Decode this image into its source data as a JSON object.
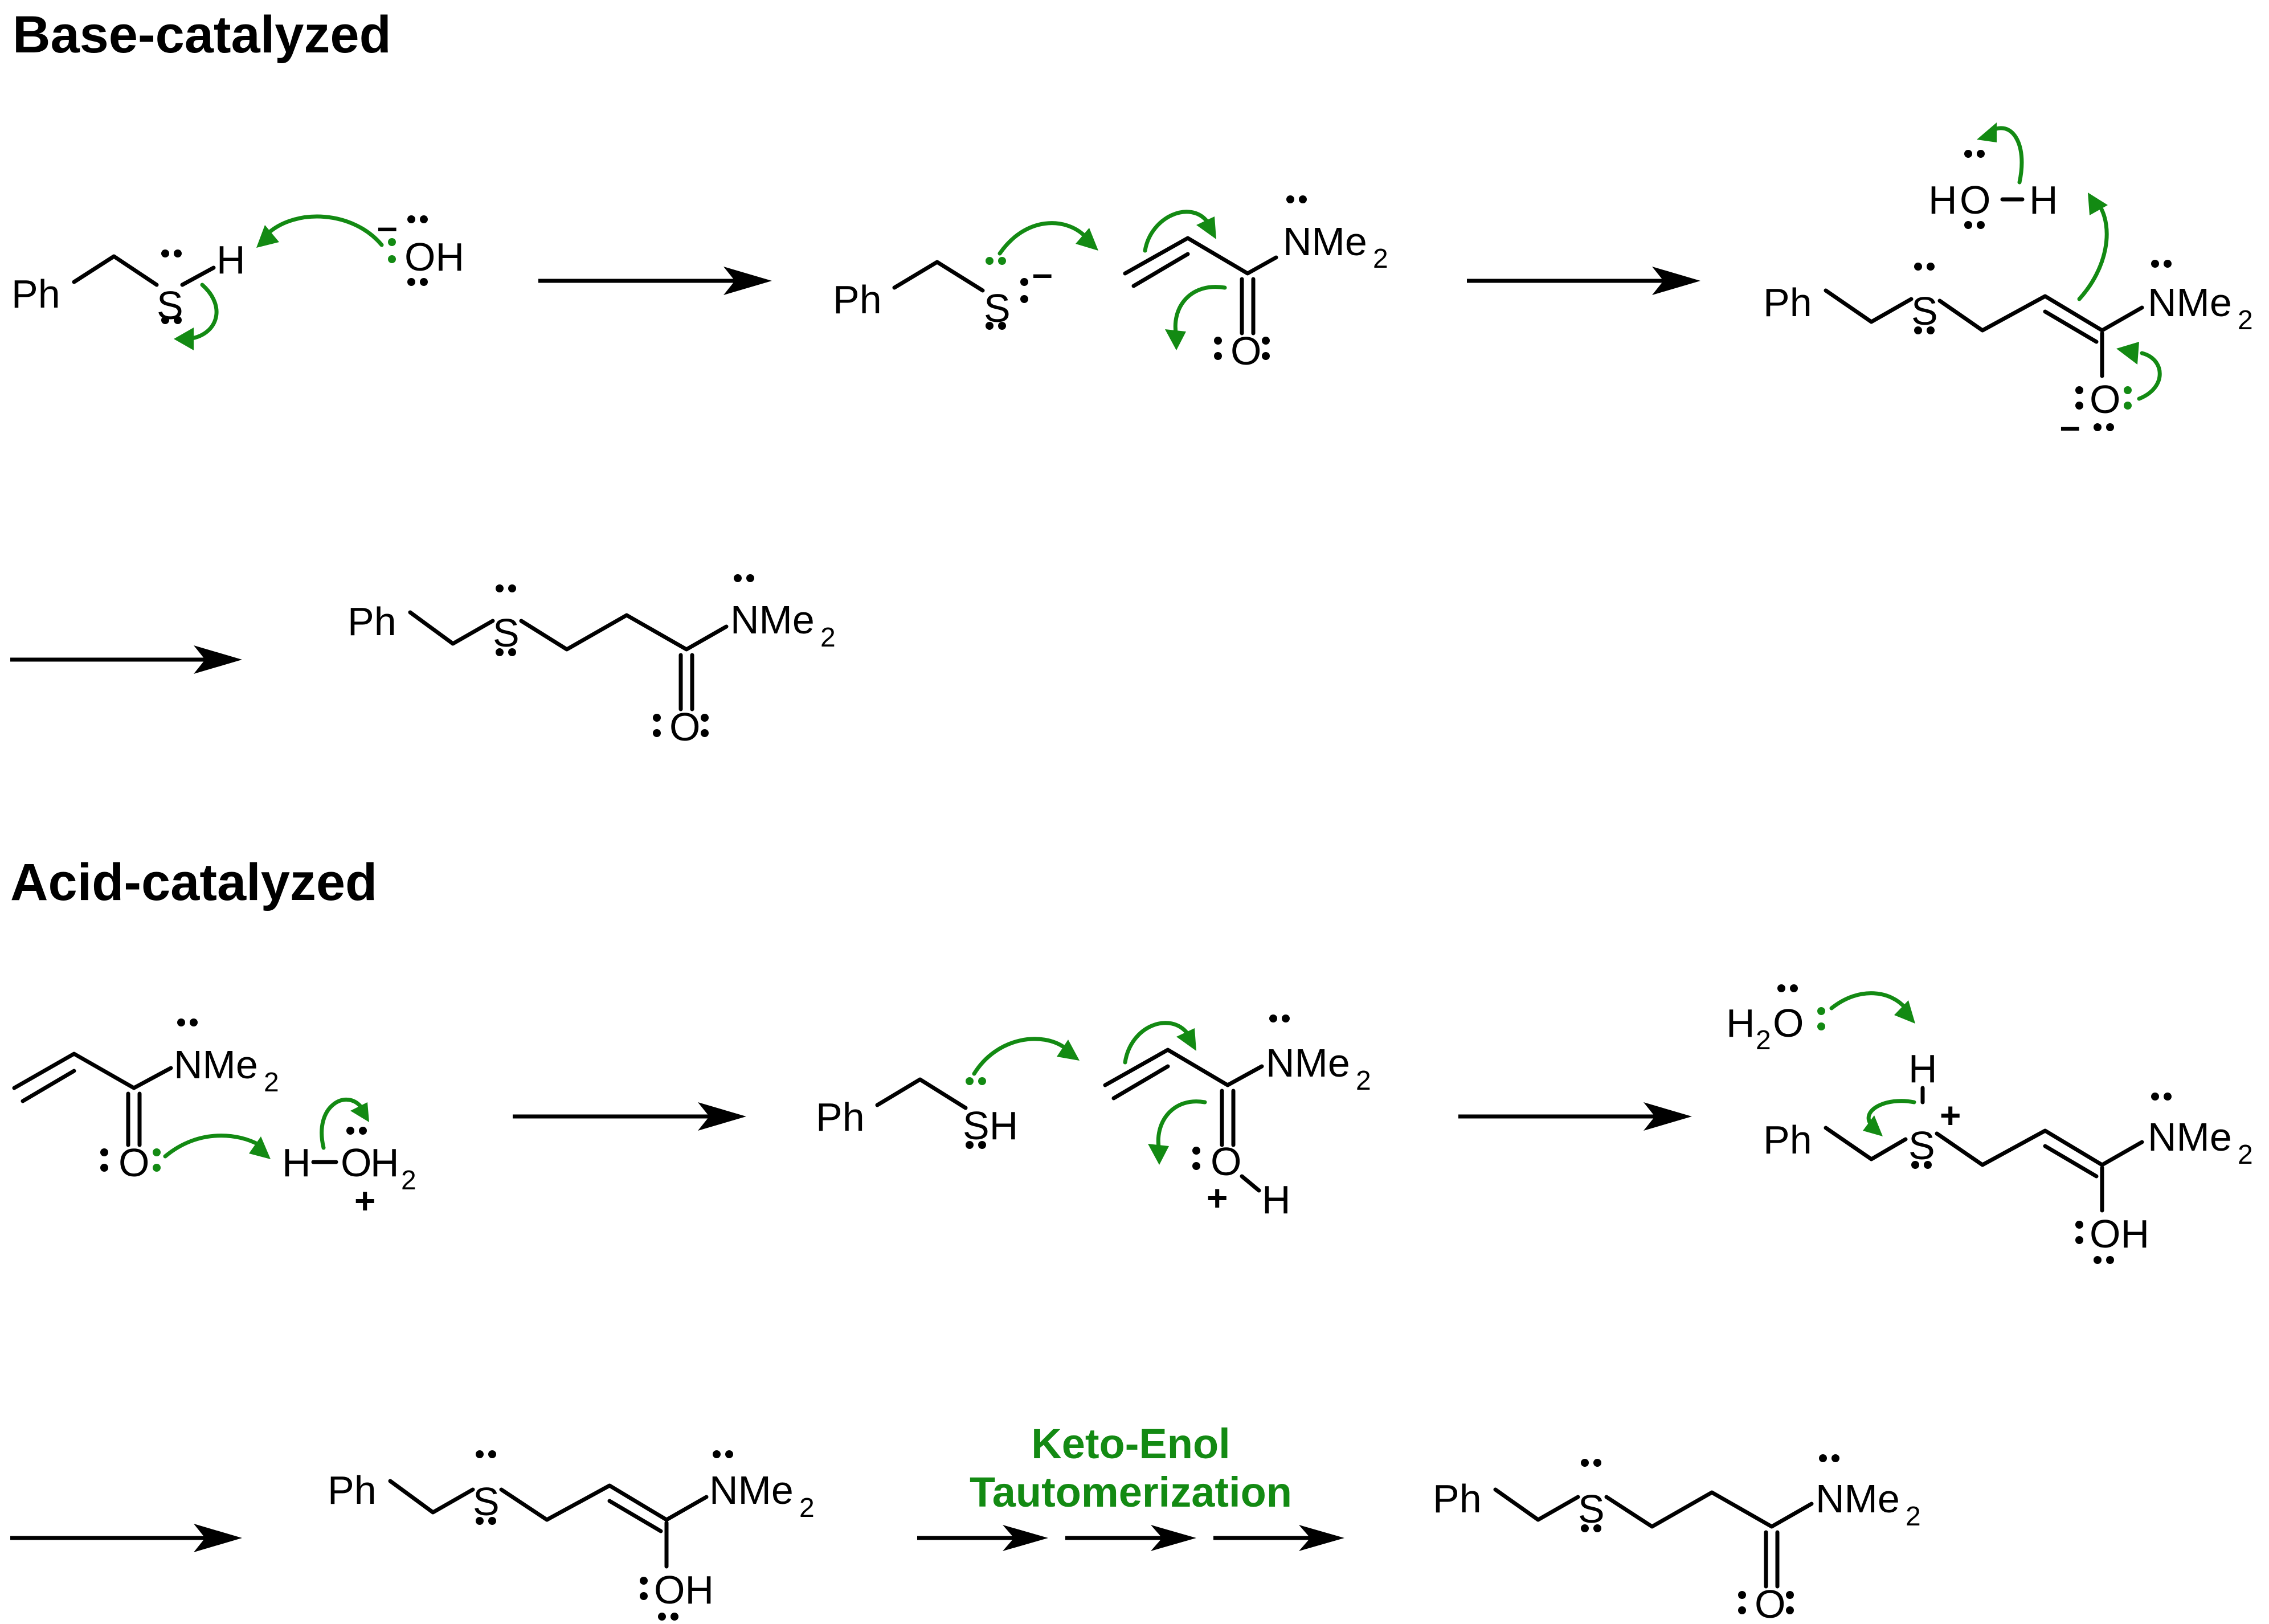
{
  "sections": {
    "base": {
      "title": "Base-catalyzed"
    },
    "acid": {
      "title": "Acid-catalyzed"
    }
  },
  "labels": {
    "ph": "Ph",
    "s": "S",
    "h": "H",
    "o": "O",
    "oh": "OH",
    "nme": "NMe",
    "sub2": "2",
    "sh": "SH",
    "h2": "H",
    "minus": "–",
    "plus": "+"
  },
  "annotation": {
    "line1": "Keto-Enol",
    "line2": "Tautomerization"
  },
  "colors": {
    "arrow_green": "#138A13",
    "ink": "#000000",
    "background": "#FFFFFF"
  }
}
